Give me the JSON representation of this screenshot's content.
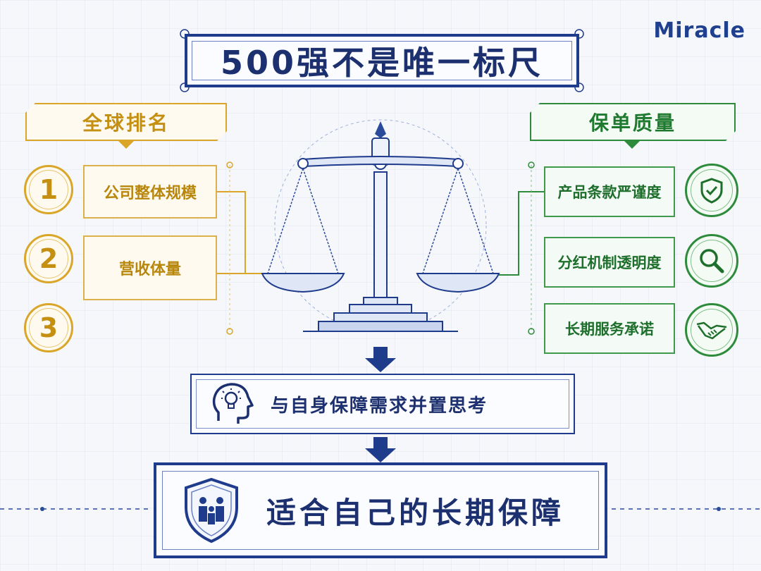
{
  "brand": {
    "logo": "Miracle"
  },
  "title": "500强不是唯一标尺",
  "left": {
    "tag": "全球排名",
    "numbers": [
      "1",
      "2",
      "3"
    ],
    "items": [
      "公司整体规模",
      "营收体量"
    ]
  },
  "right": {
    "tag": "保单质量",
    "items": [
      {
        "label": "产品条款严谨度",
        "icon": "shield-check-icon"
      },
      {
        "label": "分红机制透明度",
        "icon": "magnifier-icon"
      },
      {
        "label": "长期服务承诺",
        "icon": "handshake-icon"
      }
    ]
  },
  "middle": {
    "text": "与自身保障需求并置思考",
    "icon": "head-lightbulb-icon"
  },
  "final": {
    "text": "适合自己的长期保障",
    "icon": "family-shield-icon"
  },
  "colors": {
    "navy": "#1f3b8c",
    "gold": "#d9a62a",
    "green": "#2e8b3c"
  }
}
